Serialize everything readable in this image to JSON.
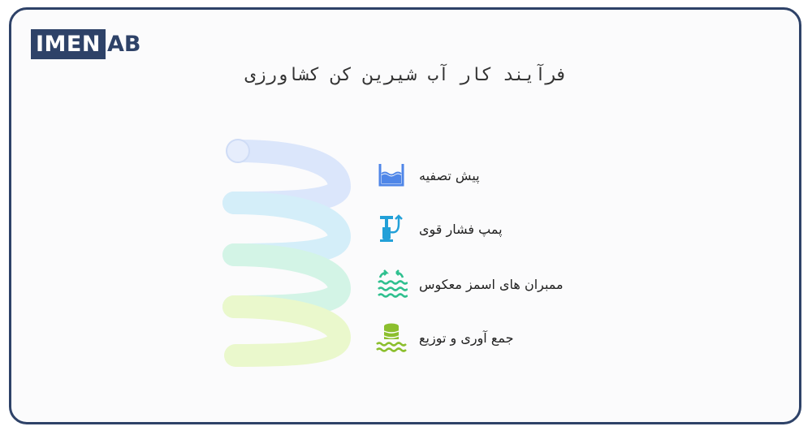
{
  "logo": {
    "part1": "IMEN",
    "part2": "AB"
  },
  "title": "فرآیند کار آب شیرین کن کشاورزی",
  "steps": [
    {
      "label": "پیش تصفیه",
      "icon": "water-tank-icon",
      "color": "#4f86e8"
    },
    {
      "label": "پمپ فشار قوی",
      "icon": "pump-icon",
      "color": "#22a0d8"
    },
    {
      "label": "ممبران های اسمز معکوس",
      "icon": "reverse-osmosis-icon",
      "color": "#2fc08f"
    },
    {
      "label": "جمع آوری و توزیع",
      "icon": "collection-icon",
      "color": "#8cbf2e"
    }
  ],
  "colors": {
    "frame": "#2e4268",
    "coil1": "#dbe6fb",
    "coil2": "#d4eef9",
    "coil3": "#d3f4e6",
    "coil4": "#eaf8cc"
  }
}
